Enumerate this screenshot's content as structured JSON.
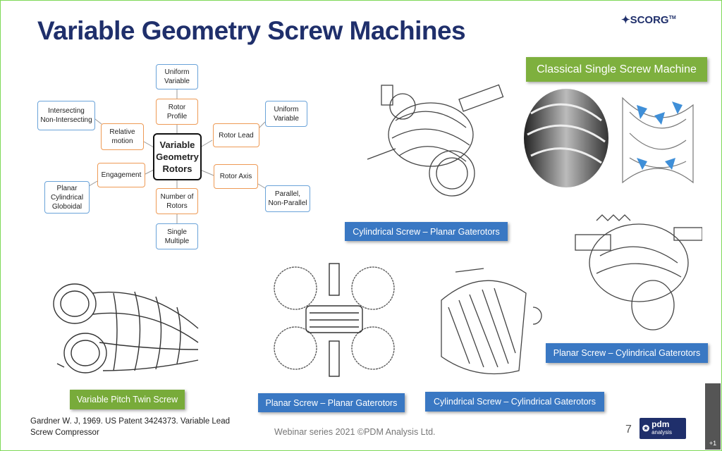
{
  "slide": {
    "title": "Variable Geometry Screw Machines",
    "logo_text": "SCORG",
    "logo_tm": "TM",
    "page_number": "7",
    "footer": "Webinar series 2021 ©PDM Analysis Ltd.",
    "citation": "Gardner W. J, 1969. US Patent 3424373. Variable Lead\nScrew Compressor",
    "pdm_logo": {
      "top": "pdm",
      "bottom": "analysis"
    },
    "overflow_badge": "+1"
  },
  "mindmap": {
    "center": "Variable\nGeometry\nRotors",
    "nodes": {
      "uniform_variable_top": "Uniform\nVariable",
      "rotor_profile": "Rotor\nProfile",
      "uniform_variable_right": "Uniform\nVariable",
      "rotor_lead": "Rotor Lead",
      "intersecting": "Intersecting\nNon-Intersecting",
      "relative_motion": "Relative\nmotion",
      "engagement": "Engagement",
      "rotor_axis": "Rotor Axis",
      "planar_cyl_glob": "Planar\nCylindrical\nGloboidal",
      "parallel": "Parallel,\nNon-Parallel",
      "number_of_rotors": "Number of\nRotors",
      "single_multiple": "Single\nMultiple"
    }
  },
  "labels": {
    "classical_single": "Classical Single Screw Machine",
    "cyl_screw_planar": "Cylindrical Screw – Planar Gaterotors",
    "planar_screw_cyl": "Planar Screw – Cylindrical Gaterotors",
    "variable_pitch": "Variable Pitch Twin Screw",
    "planar_planar": "Planar Screw – Planar Gaterotors",
    "cyl_cyl": "Cylindrical Screw – Cylindrical Gaterotors"
  },
  "colors": {
    "title": "#1f2f6b",
    "label_blue": "#3a78c3",
    "label_green": "#78ab3a",
    "node_blue": "#6aa3d9",
    "node_orange": "#ee9a55"
  }
}
